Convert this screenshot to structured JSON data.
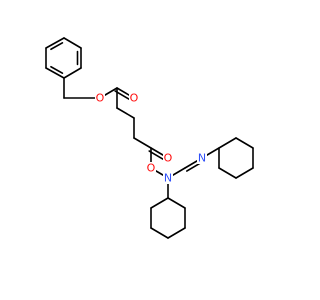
{
  "molecule": {
    "atoms": [
      {
        "id": "o_ester_link",
        "label": "O",
        "color": "#ff0d0d"
      },
      {
        "id": "o_ester_carbonyl",
        "label": "O",
        "color": "#ff0d0d"
      },
      {
        "id": "o_acyl_carbonyl",
        "label": "O",
        "color": "#ff0d0d"
      },
      {
        "id": "o_acyl_link",
        "label": "O",
        "color": "#ff0d0d"
      },
      {
        "id": "n_amine",
        "label": "N",
        "color": "#3050f8"
      },
      {
        "id": "n_imine",
        "label": "N",
        "color": "#3050f8"
      }
    ],
    "bond_color": "#000000"
  }
}
